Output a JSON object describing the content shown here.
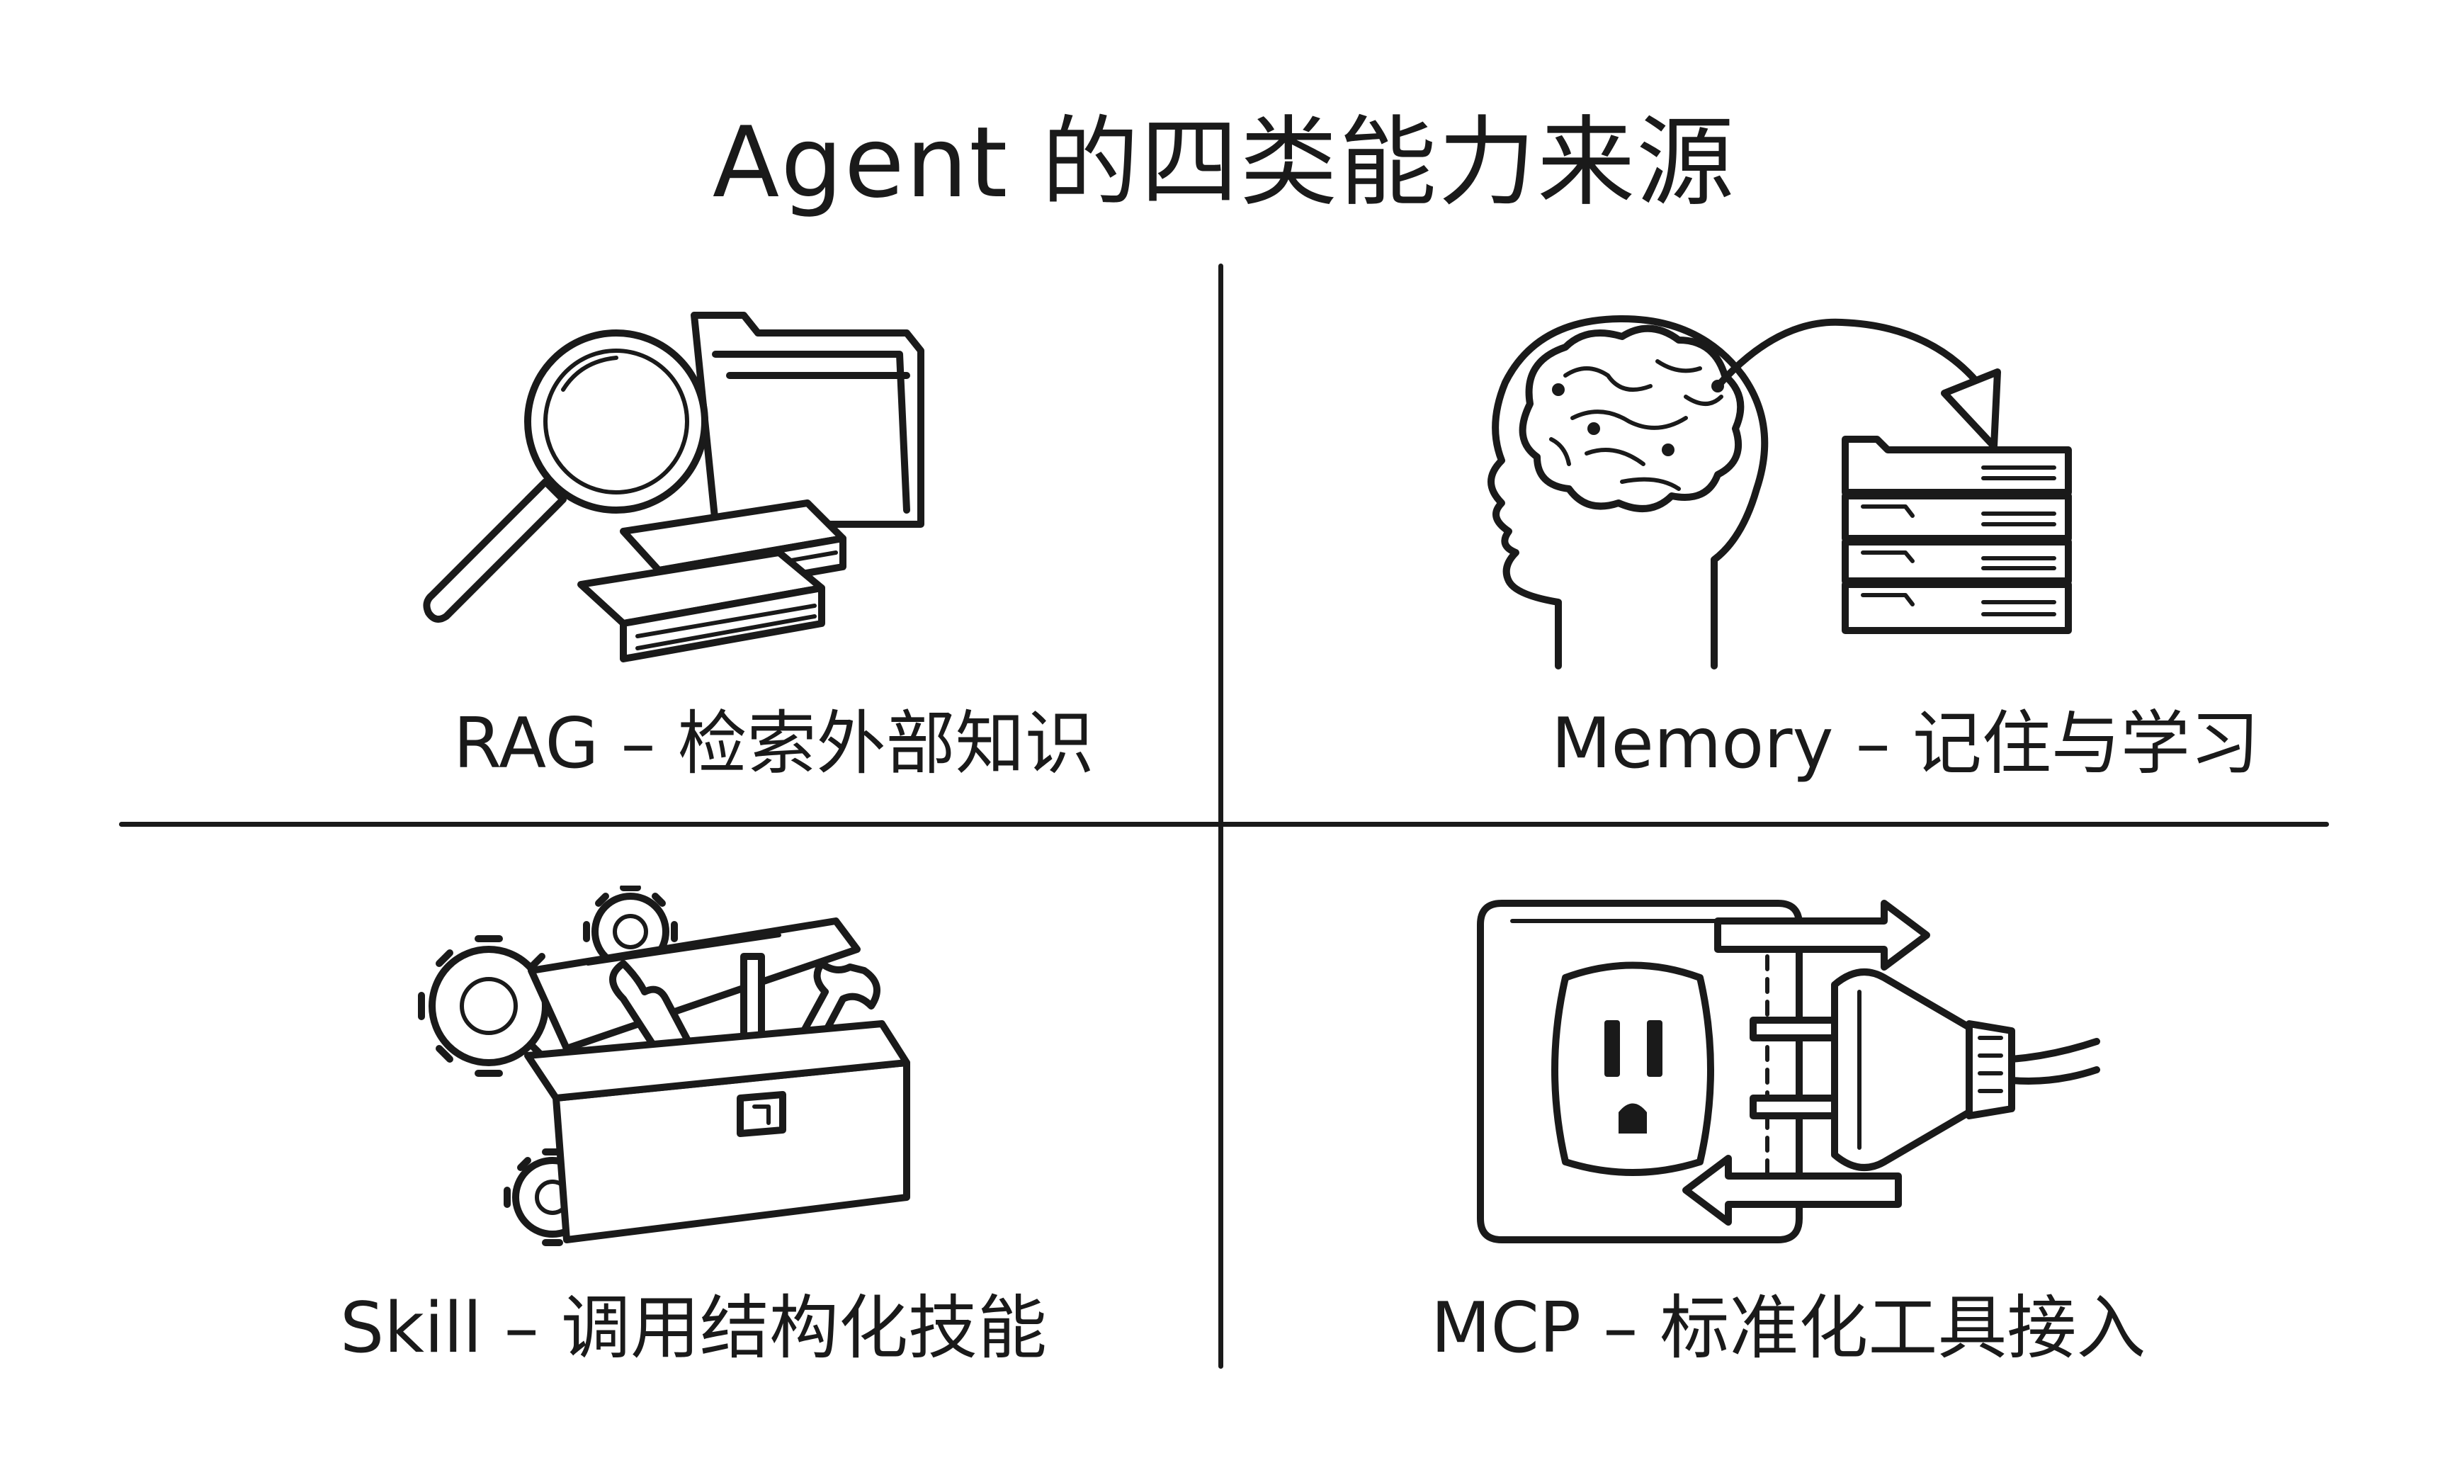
{
  "title": "Agent 的四类能力来源",
  "quadrants": [
    {
      "label": "RAG – 检索外部知识",
      "icon": "magnifier-books-folder-icon"
    },
    {
      "label": "Memory – 记住与学习",
      "icon": "brain-to-files-icon"
    },
    {
      "label": "Skill – 调用结构化技能",
      "icon": "toolbox-gears-icon"
    },
    {
      "label": "MCP – 标准化工具接入",
      "icon": "outlet-plug-icon"
    }
  ]
}
